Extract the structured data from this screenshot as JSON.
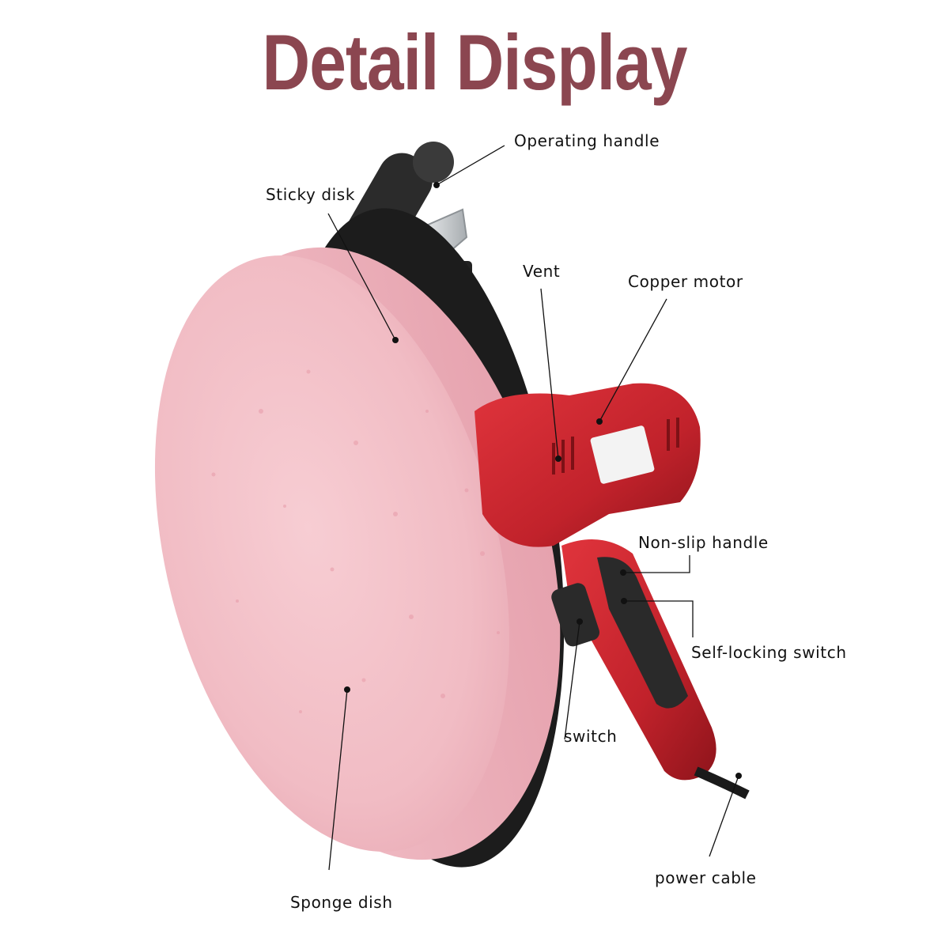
{
  "title": "Detail Display",
  "labels": {
    "operating_handle": "Operating handle",
    "sticky_disk": "Sticky disk",
    "vent": "Vent",
    "copper_motor": "Copper motor",
    "non_slip_handle": "Non-slip handle",
    "self_locking_switch": "Self-locking switch",
    "switch": "switch",
    "power_cable": "power cable",
    "sponge_dish": "Sponge dish"
  },
  "colors": {
    "title": "#8b4650",
    "sponge": "#f4c6cd",
    "tool_body": "#c9262e",
    "grip": "#2a2a2a"
  }
}
